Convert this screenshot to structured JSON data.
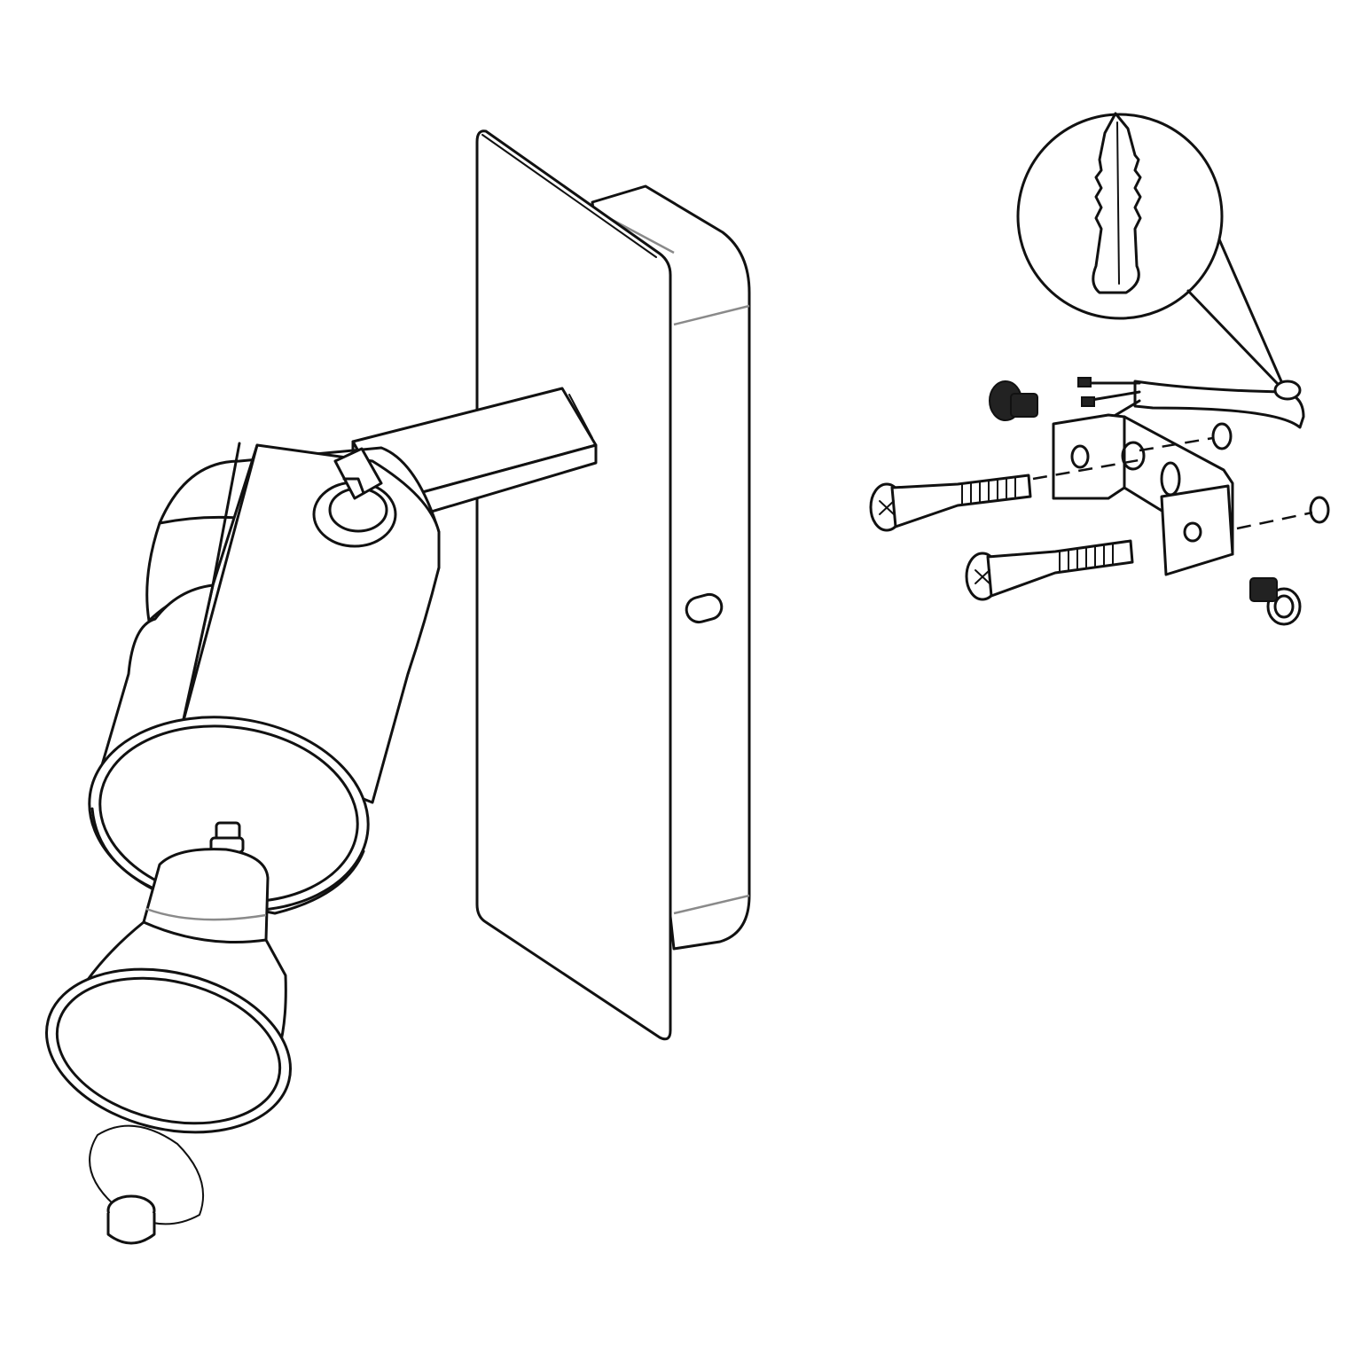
{
  "diagram": {
    "kind": "exploded assembly drawing",
    "labels": [],
    "parts": [
      "spotlight-head",
      "gu10-bulb",
      "retaining-ring",
      "swivel-arm",
      "wall-plate",
      "mounting-bracket",
      "wall-plug",
      "wood-screw",
      "machine-screw",
      "supply-cable"
    ],
    "colors": {
      "line": "#111111",
      "shade": "#8a8a8a",
      "background": "#ffffff"
    }
  }
}
